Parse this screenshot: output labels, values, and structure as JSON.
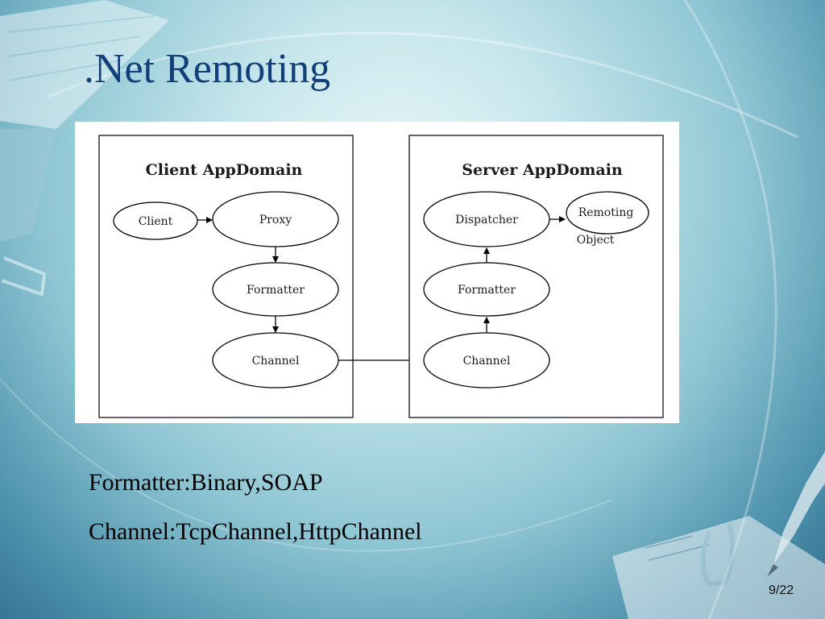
{
  "slide": {
    "title": ".Net Remoting",
    "page_number": "9/22"
  },
  "diagram": {
    "client_domain": {
      "title": "Client AppDomain",
      "nodes": {
        "client": "Client",
        "proxy": "Proxy",
        "formatter": "Formatter",
        "channel": "Channel"
      }
    },
    "server_domain": {
      "title": "Server AppDomain",
      "nodes": {
        "dispatcher": "Dispatcher",
        "remoting_object_line1": "Remoting",
        "remoting_object_line2": "Object",
        "formatter": "Formatter",
        "channel": "Channel"
      }
    }
  },
  "bullets": {
    "formatter": "Formatter:Binary,SOAP",
    "channel": "Channel:TcpChannel,HttpChannel"
  }
}
